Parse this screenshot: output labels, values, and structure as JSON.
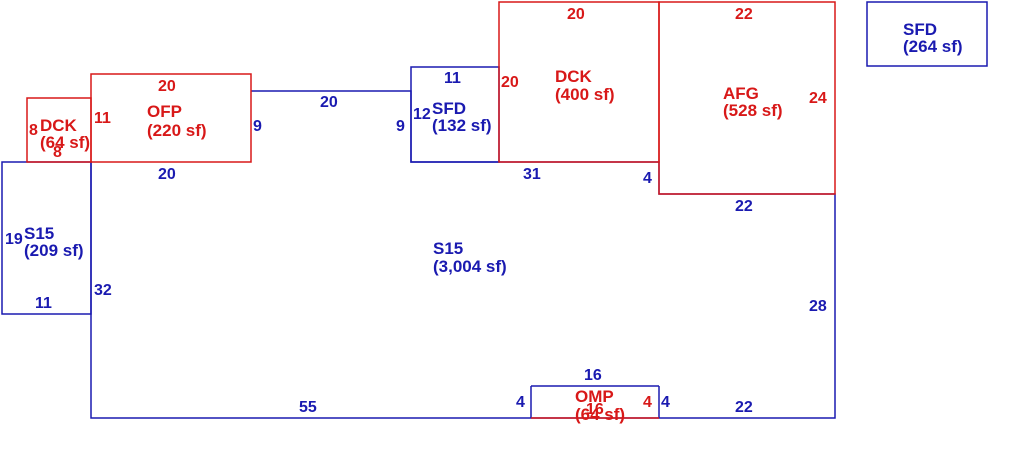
{
  "colors": {
    "blue": "#1a1ab0",
    "red": "#d81818"
  },
  "areas": {
    "s15_main": {
      "code": "S15",
      "area": "(3,004 sf)"
    },
    "s15_left": {
      "code": "S15",
      "area": "(209 sf)"
    },
    "dck_small": {
      "code": "DCK",
      "area": "(64 sf)"
    },
    "ofp": {
      "code": "OFP",
      "area": "(220 sf)"
    },
    "sfd_small": {
      "code": "SFD",
      "area": "(132 sf)"
    },
    "dck_large": {
      "code": "DCK",
      "area": "(400 sf)"
    },
    "afg": {
      "code": "AFG",
      "area": "(528 sf)"
    },
    "sfd_detached": {
      "code": "SFD",
      "area": "(264 sf)"
    },
    "omp": {
      "code": "OMP",
      "area": "(64 sf)"
    }
  },
  "dimensions": {
    "s15_main_left": "32",
    "s15_main_bottom_left": "55",
    "s15_main_bottom_right": "22",
    "s15_main_right": "28",
    "s15_main_top_mid": "20",
    "s15_main_top_right": "31",
    "afg_step": "4",
    "s15_left_side": "19",
    "s15_left_bottom": "11",
    "dck_small_side": "8",
    "dck_small_bottom": "8",
    "ofp_top": "20",
    "ofp_left": "11",
    "ofp_right": "9",
    "ofp_bottom": "20",
    "sfd_small_top": "11",
    "sfd_small_left": "9",
    "sfd_small_right": "12",
    "dck_large_top": "20",
    "dck_large_left": "20",
    "afg_top": "22",
    "afg_right": "24",
    "afg_bottom": "22",
    "omp_top": "16",
    "omp_left": "4",
    "omp_right_red": "4",
    "omp_right_blue": "4",
    "omp_bottom": "16"
  }
}
